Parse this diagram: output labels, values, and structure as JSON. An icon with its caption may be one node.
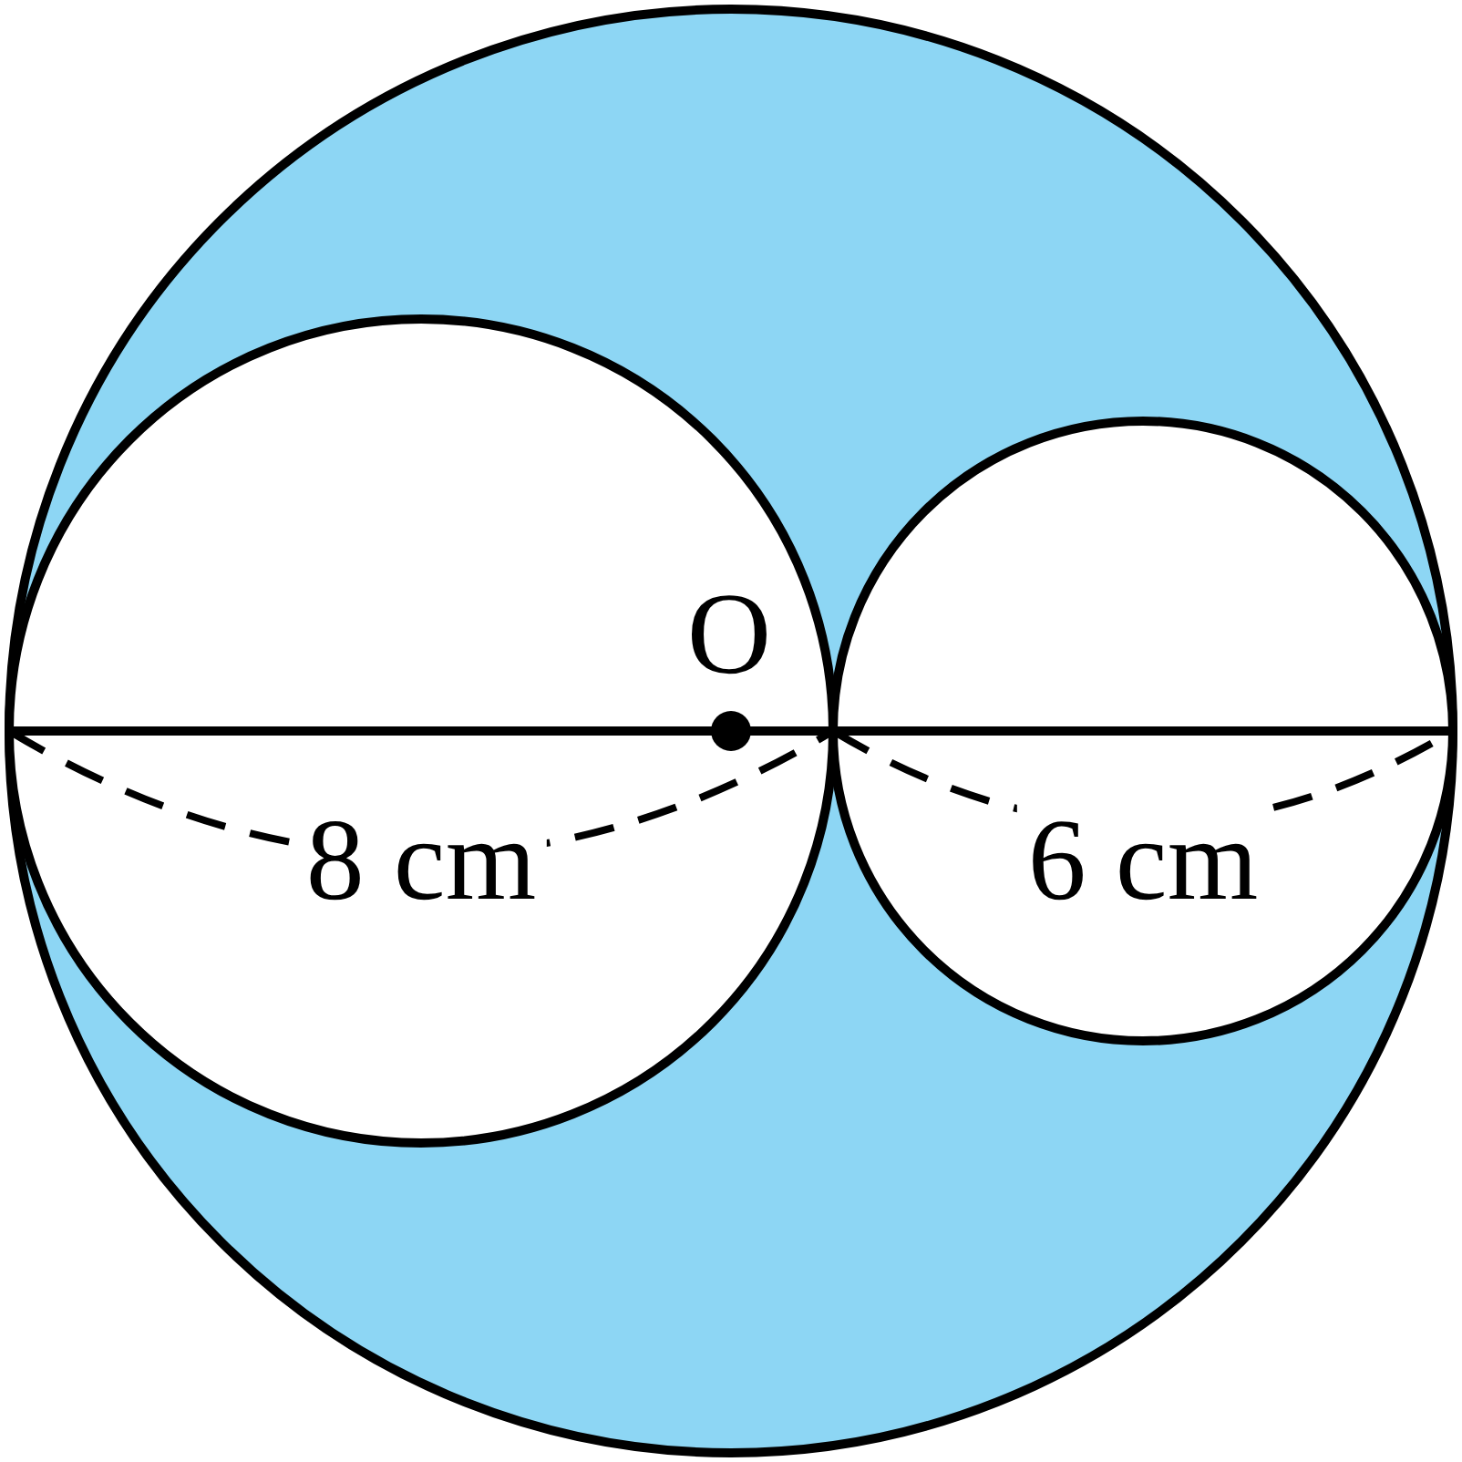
{
  "diagram": {
    "labels": [
      "O",
      "8 cm",
      "6 cm"
    ]
  }
}
